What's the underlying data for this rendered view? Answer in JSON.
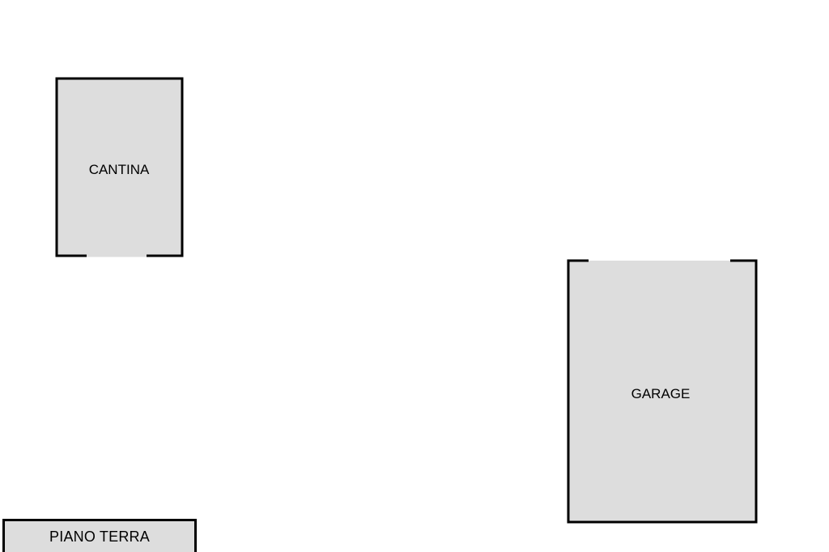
{
  "plan": {
    "rooms": [
      {
        "id": "cantina",
        "label": "CANTINA"
      },
      {
        "id": "garage",
        "label": "GARAGE"
      }
    ],
    "floor_label": "PIANO TERRA"
  },
  "colors": {
    "room_fill": "#dddddd",
    "wall": "#000000",
    "background": "#ffffff"
  }
}
